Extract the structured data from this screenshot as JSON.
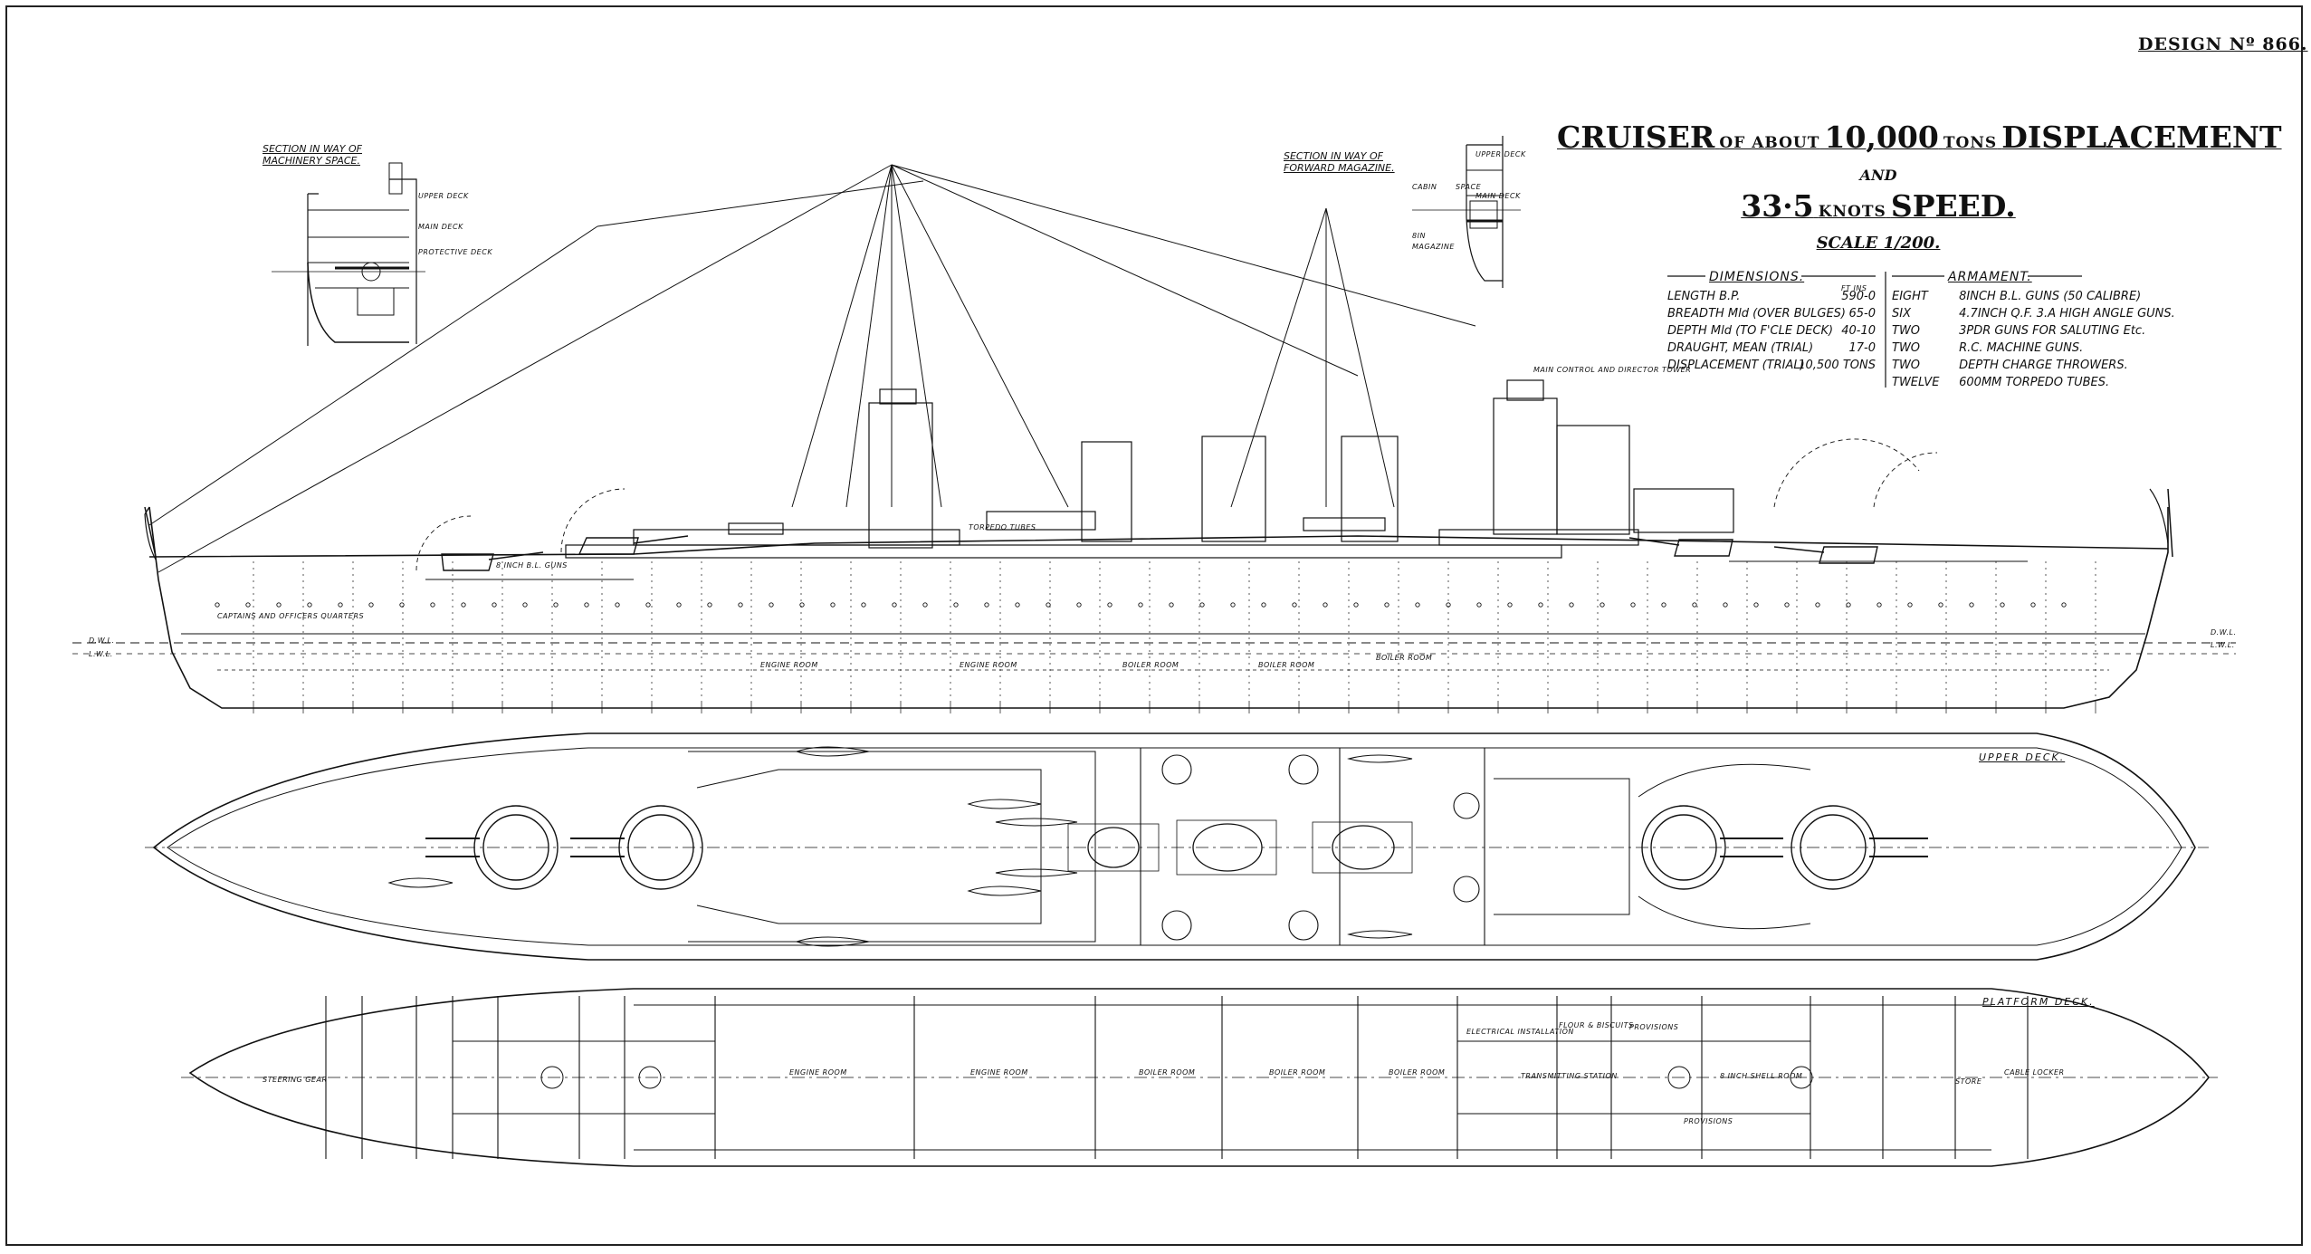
{
  "design_number": "DESIGN Nº 866.",
  "title": {
    "line1_big_a": "CRUISER",
    "line1_small_a": "OF ABOUT",
    "line1_big_b": "10,000",
    "line1_small_b": "TONS",
    "line1_big_c": "DISPLACEMENT",
    "and": "AND",
    "line2_big_a": "33·5",
    "line2_small": "KNOTS",
    "line2_big_b": "SPEED.",
    "scale": "SCALE 1/200."
  },
  "dimensions": {
    "heading": "DIMENSIONS.",
    "unit_header": "FT INS",
    "rows": [
      {
        "label": "LENGTH B.P.",
        "value": "590-0"
      },
      {
        "label": "BREADTH Mld (OVER BULGES)",
        "value": "65-0"
      },
      {
        "label": "DEPTH Mld (TO F'CLE DECK)",
        "value": "40-10"
      },
      {
        "label": "DRAUGHT, MEAN (TRIAL)",
        "value": "17-0"
      },
      {
        "label": "DISPLACEMENT (TRIAL)",
        "value": "10,500 TONS"
      }
    ]
  },
  "armament": {
    "heading": "ARMAMENT.",
    "rows": [
      {
        "qty": "EIGHT",
        "desc": "8INCH B.L. GUNS (50 CALIBRE)"
      },
      {
        "qty": "SIX",
        "desc": "4.7INCH Q.F. 3.A HIGH ANGLE GUNS."
      },
      {
        "qty": "TWO",
        "desc": "3PDR GUNS FOR SALUTING Etc."
      },
      {
        "qty": "TWO",
        "desc": "R.C. MACHINE GUNS."
      },
      {
        "qty": "TWO",
        "desc": "DEPTH CHARGE THROWERS."
      },
      {
        "qty": "TWELVE",
        "desc": "600MM TORPEDO TUBES."
      }
    ]
  },
  "section_machinery": {
    "title_line1": "SECTION IN WAY OF",
    "title_line2": "MACHINERY SPACE.",
    "notes": [
      "UPPER DECK",
      "MAIN DECK",
      "PROTECTIVE DECK"
    ]
  },
  "section_magazine": {
    "title_line1": "SECTION IN WAY OF",
    "title_line2": "FORWARD MAGAZINE.",
    "notes": [
      "UPPER DECK",
      "MAIN DECK",
      "CABIN",
      "SPACE",
      "8IN",
      "MAGAZINE"
    ]
  },
  "deck_labels": {
    "upper": "UPPER DECK.",
    "platform": "PLATFORM DECK."
  },
  "profile_notes": {
    "director": "MAIN CONTROL AND DIRECTOR TOWER",
    "quarters": "CAPTAINS AND OFFICERS QUARTERS",
    "engine1": "ENGINE ROOM",
    "engine2": "ENGINE ROOM",
    "boiler1": "BOILER ROOM",
    "boiler2": "BOILER ROOM",
    "boiler3": "BOILER ROOM",
    "gun_note": "8 INCH B.L. GUNS",
    "torpedo": "TORPEDO TUBES",
    "wl": "D.W.L.",
    "lwl": "L.W.L."
  },
  "platform_rooms": [
    "STEERING GEAR",
    "ENGINE ROOM",
    "ENGINE ROOM",
    "BOILER ROOM",
    "BOILER ROOM",
    "BOILER ROOM",
    "ELECTRICAL INSTALLATION",
    "PROVISIONS",
    "FLOUR & BISCUITS",
    "8 INCH SHELL ROOM",
    "CABLE LOCKER",
    "STORE",
    "PROVISIONS",
    "TRANSMITTING STATION"
  ],
  "colors": {
    "ink": "#111111",
    "paper": "#ffffff"
  }
}
